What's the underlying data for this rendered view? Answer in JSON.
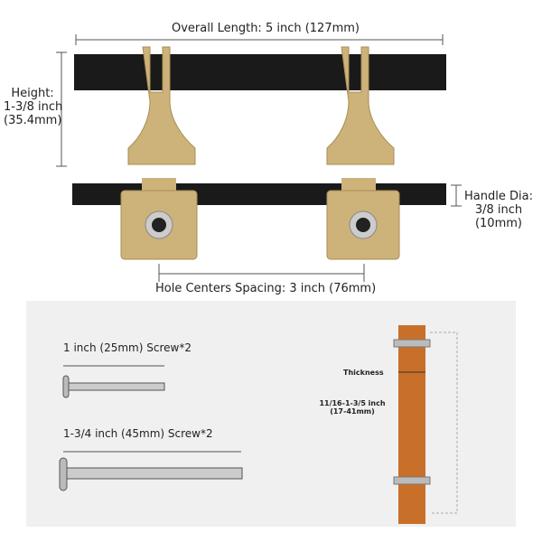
{
  "dimensions": {
    "overall_length": "Overall Length: 5 inch (127mm)",
    "height": [
      "Height:",
      "1-3/8 inch",
      "(35.4mm)"
    ],
    "handle_dia": [
      "Handle Dia:",
      "3/8 inch",
      "(10mm)"
    ],
    "hole_spacing": "Hole Centers Spacing: 3 inch (76mm)"
  },
  "screws": {
    "short": "1 inch (25mm) Screw*2",
    "long": "1-3/4 inch (45mm) Screw*2"
  },
  "install": {
    "thickness_label": "Thickness",
    "thickness_range": "11/16-1-3/5 inch",
    "thickness_mm": "(17-41mm)"
  },
  "colors": {
    "bar": "#1a1a1a",
    "gold": "#cdb27a",
    "panel": "#f0f0f0",
    "wood": "#c8702a"
  }
}
